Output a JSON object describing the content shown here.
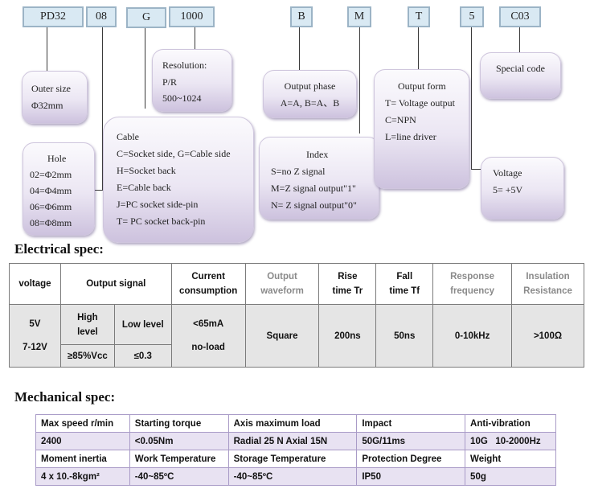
{
  "codes": [
    "PD32",
    "08",
    "G",
    "1000",
    "B",
    "M",
    "T",
    "5",
    "C03"
  ],
  "bubbles": {
    "outer_size": [
      "Outer size",
      "Φ32mm"
    ],
    "hole": [
      "Hole",
      "02=Φ2mm",
      "04=Φ4mm",
      "06=Φ6mm",
      "08=Φ8mm"
    ],
    "resolution": [
      "Resolution:",
      "P/R",
      "500~1024"
    ],
    "cable": [
      "Cable",
      "C=Socket side, G=Cable side",
      "H=Socket back",
      "E=Cable back",
      "J=PC socket side-pin",
      "T= PC socket back-pin"
    ],
    "output_phase": [
      "Output phase",
      "A=A, B=A、B"
    ],
    "index": [
      "Index",
      "S=no Z signal",
      "M=Z signal output\"1\"",
      "N= Z signal output\"0\""
    ],
    "output_form": [
      "Output form",
      "T= Voltage output",
      "C=NPN",
      "L=line driver"
    ],
    "special": [
      "Special code"
    ],
    "voltage": [
      "Voltage",
      "5= +5V"
    ]
  },
  "electrical": {
    "title": "Electrical spec:",
    "headers": {
      "voltage": "voltage",
      "output_signal": "Output signal",
      "current_1": "Current",
      "current_2": "consumption",
      "waveform_1": "Output",
      "waveform_2": "waveform",
      "rise_1": "Rise",
      "rise_2": "time Tr",
      "fall_1": "Fall",
      "fall_2": "time Tf",
      "response_1": "Response",
      "response_2": "frequency",
      "insulation_1": "Insulation",
      "insulation_2": "Resistance"
    },
    "values": {
      "voltage_1": "5V",
      "voltage_2": "7-12V",
      "high_1": "High",
      "high_2": "level",
      "high_value": "≥85%Vcc",
      "low": "Low level",
      "low_value": "≤0.3",
      "current_1": "<65mA",
      "current_2": "no-load",
      "waveform": "Square",
      "rise": "200ns",
      "fall": "50ns",
      "response": "0-10kHz",
      "insulation": ">100Ω"
    }
  },
  "mechanical": {
    "title": "Mechanical spec:",
    "rows": [
      [
        "Max speed r/min",
        "Starting torque",
        "Axis maximum load",
        "Impact",
        "Anti-vibration"
      ],
      [
        "2400",
        "<0.05Nm",
        "Radial 25 N Axial 15N",
        "50G/11ms",
        "10G   10-2000Hz"
      ],
      [
        "Moment inertia",
        "Work Temperature",
        "Storage Temperature",
        "Protection Degree",
        "Weight"
      ],
      [
        "4 x 10.-8kgm²",
        "-40~85ºC",
        "-40~85ºC",
        "IP50",
        "50g"
      ]
    ]
  }
}
